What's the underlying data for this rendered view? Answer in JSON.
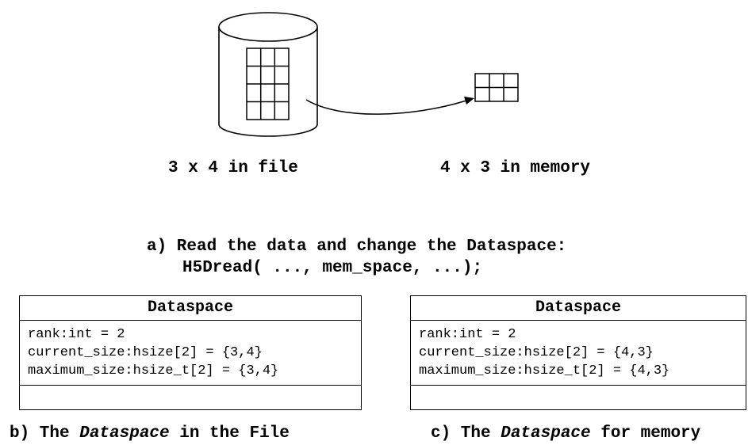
{
  "top_labels": {
    "file_label": "3 x 4 in file",
    "memory_label": "4 x 3 in memory"
  },
  "caption_a": {
    "line1": "a) Read the data and change the Dataspace:",
    "line2": "H5Dread( ..., mem_space, ...);"
  },
  "dataspace_file": {
    "title": "Dataspace",
    "attributes": [
      "rank:int = 2",
      "current_size:hsize[2] = {3,4}",
      "maximum_size:hsize_t[2] = {3,4}"
    ]
  },
  "dataspace_memory": {
    "title": "Dataspace",
    "attributes": [
      "rank:int = 2",
      "current_size:hsize[2] = {4,3}",
      "maximum_size:hsize_t[2] = {4,3}"
    ]
  },
  "caption_b": {
    "prefix": "b) The ",
    "italic": "Dataspace",
    "suffix": " in the File"
  },
  "caption_c": {
    "prefix": "c) The ",
    "italic": "Dataspace",
    "suffix": " for memory"
  }
}
